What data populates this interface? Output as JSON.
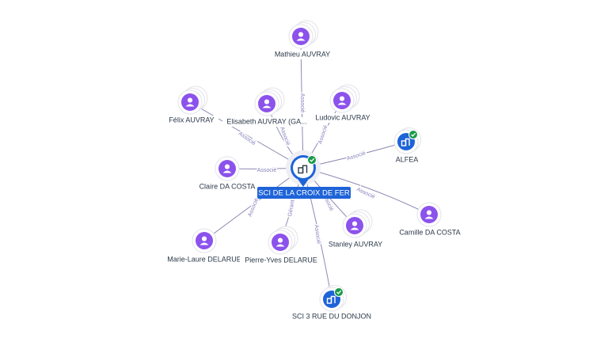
{
  "colors": {
    "person": "#8c52ec",
    "company": "#1e63d8",
    "check": "#1b9a4a",
    "edge": "#8e8ab3",
    "edge_label": "#8480bd"
  },
  "icons": {
    "person": "user-icon",
    "company": "building-icon",
    "check": "check-icon"
  },
  "center": {
    "label": "SCI DE LA CROIX DE FER",
    "icon": "building-icon",
    "verified": true
  },
  "nodes": [
    {
      "id": "mathieu",
      "label": "Mathieu AUVRAY",
      "kind": "person"
    },
    {
      "id": "felix",
      "label": "Félix AUVRAY",
      "kind": "person"
    },
    {
      "id": "elisabeth",
      "label": "Elisabeth AUVRAY (GA...",
      "kind": "person"
    },
    {
      "id": "ludovic",
      "label": "Ludovic AUVRAY",
      "kind": "person"
    },
    {
      "id": "alfea",
      "label": "ALFEA",
      "kind": "company",
      "verified": true
    },
    {
      "id": "claire",
      "label": "Claire DA COSTA",
      "kind": "person"
    },
    {
      "id": "camille",
      "label": "Camille DA COSTA",
      "kind": "person"
    },
    {
      "id": "marielaure",
      "label": "Marie-Laure DELARUE",
      "kind": "person"
    },
    {
      "id": "pierreyves",
      "label": "Pierre-Yves DELARUE",
      "kind": "person"
    },
    {
      "id": "stanley",
      "label": "Stanley AUVRAY",
      "kind": "person"
    },
    {
      "id": "sci3",
      "label": "SCI 3 RUE DU DONJON",
      "kind": "company",
      "verified": true
    }
  ],
  "edges": [
    {
      "from": "mathieu",
      "label": "Associé"
    },
    {
      "from": "felix",
      "label": "Associé"
    },
    {
      "from": "elisabeth",
      "label": "Associé"
    },
    {
      "from": "ludovic",
      "label": "Associé"
    },
    {
      "from": "alfea",
      "label": "Associé"
    },
    {
      "from": "claire",
      "label": "Associé"
    },
    {
      "from": "camille",
      "label": "Associé"
    },
    {
      "from": "marielaure",
      "label": "Associé"
    },
    {
      "from": "pierreyves",
      "label": "Gérant"
    },
    {
      "from": "stanley",
      "label": "Associé"
    },
    {
      "from": "sci3",
      "label": "Associé"
    }
  ]
}
